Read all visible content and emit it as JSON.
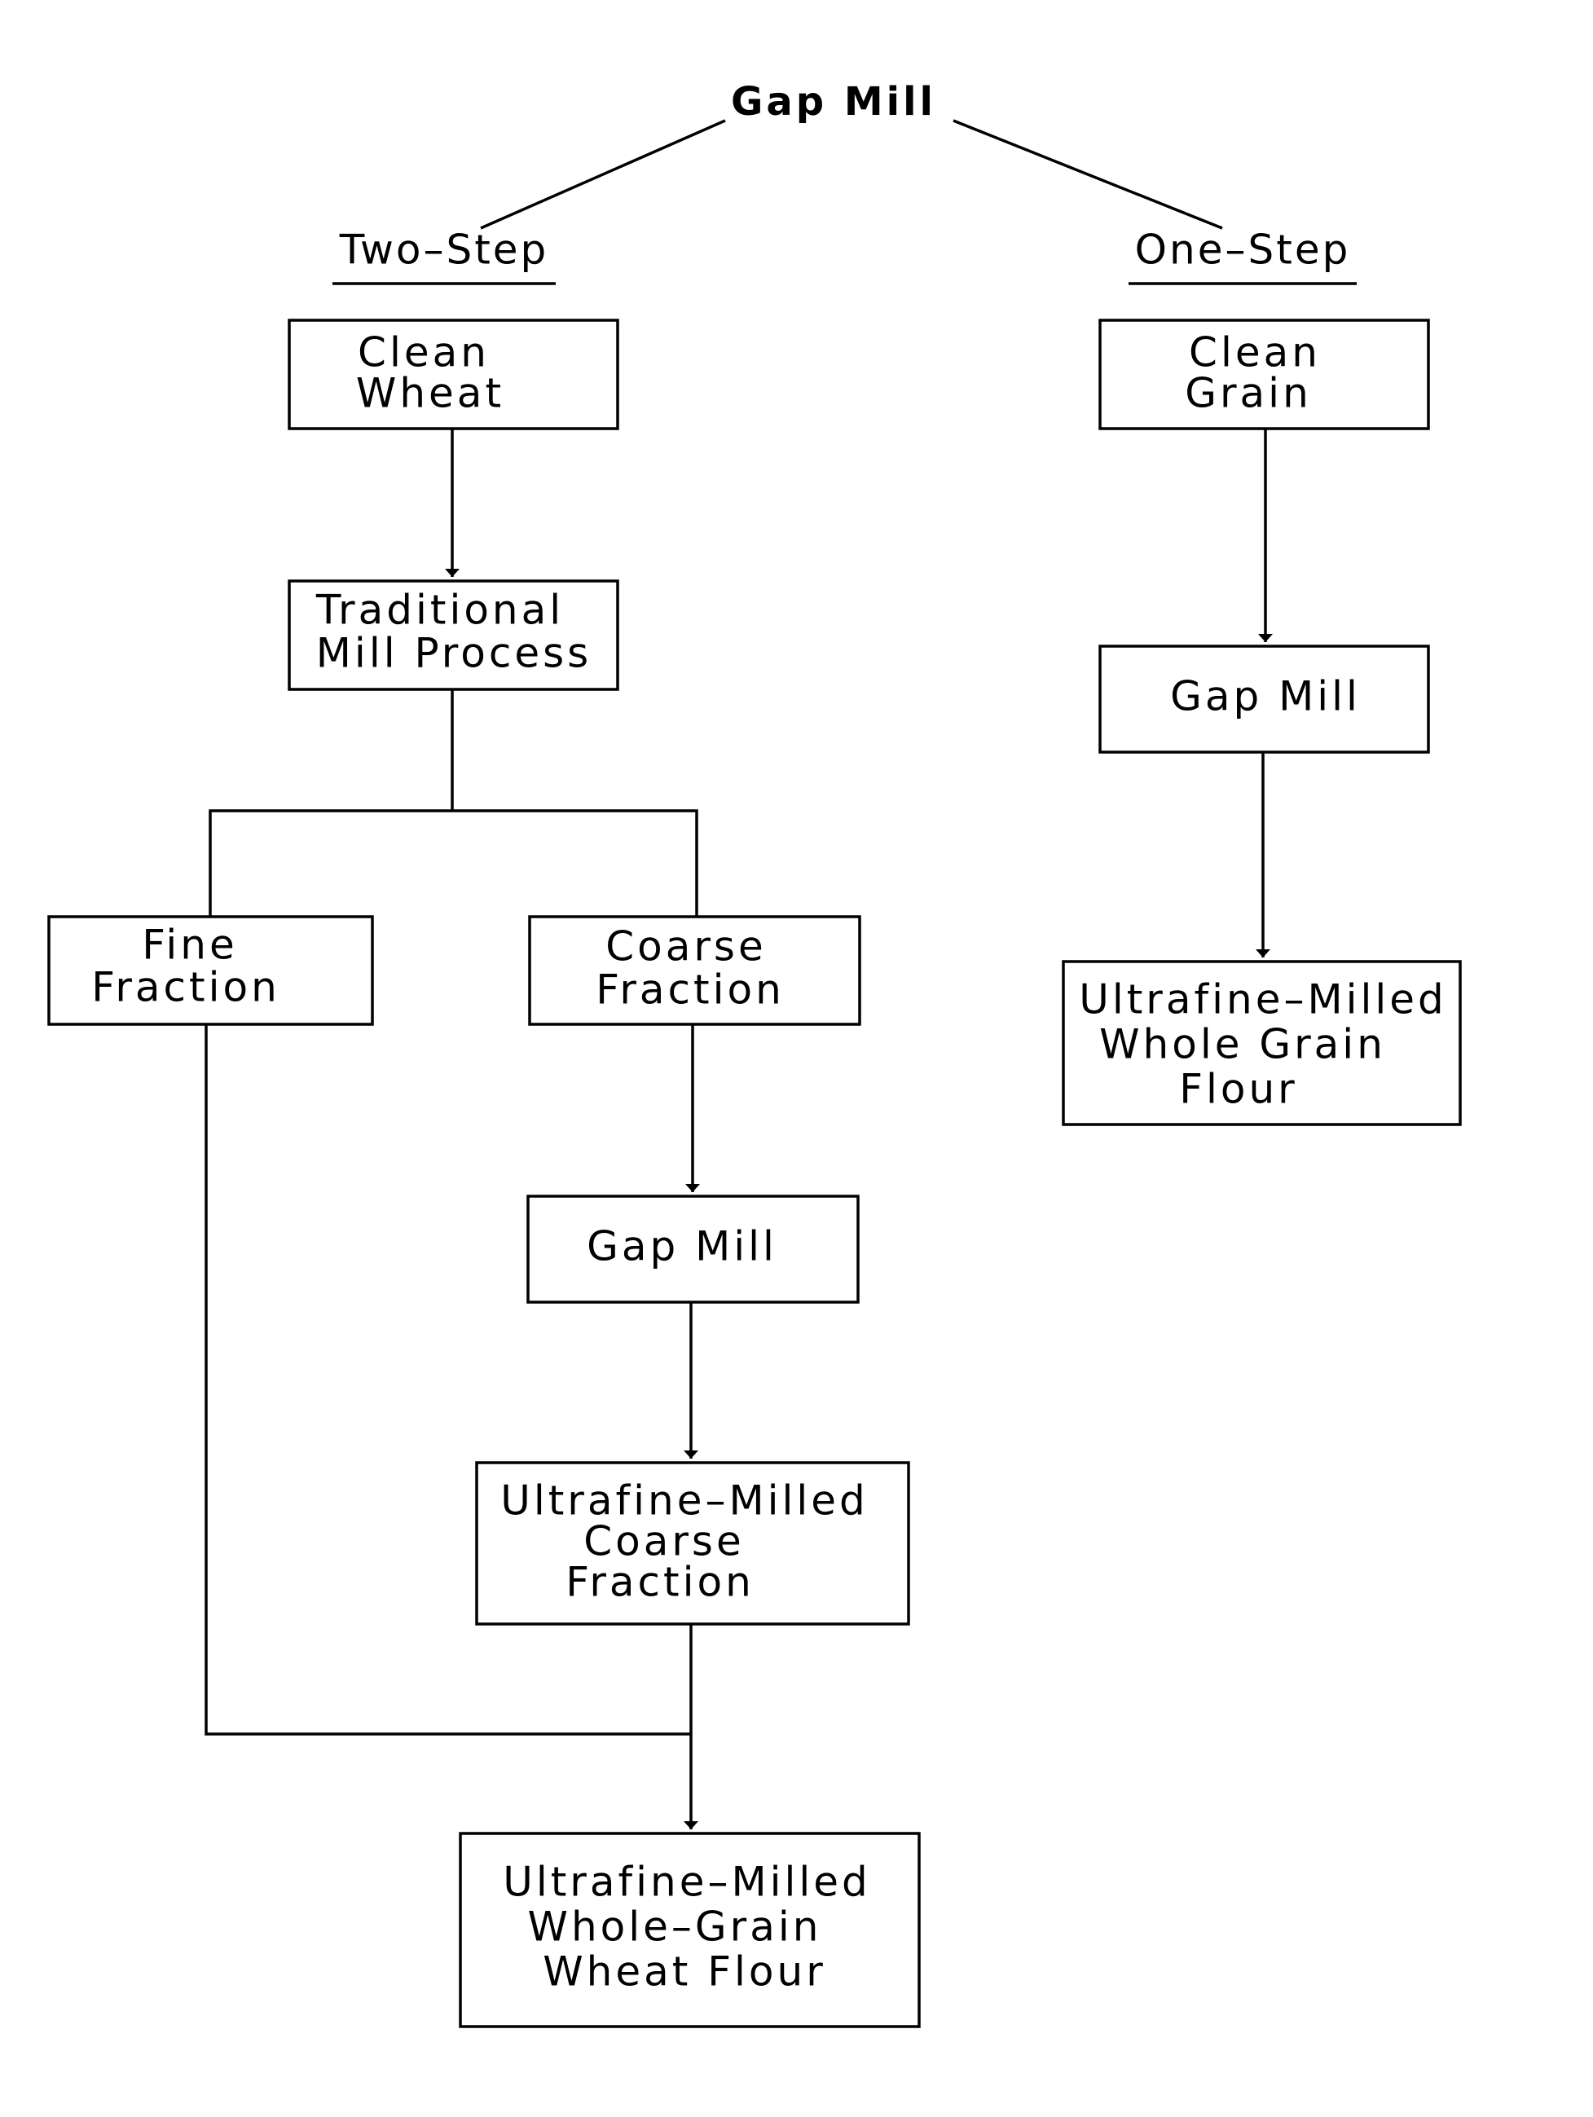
{
  "root": {
    "label": "Gap Mill"
  },
  "branches": {
    "two_step": {
      "label": "Two–Step",
      "nodes": {
        "clean_wheat": [
          "Clean",
          "Wheat"
        ],
        "traditional_mill": [
          "Traditional",
          "Mill Process"
        ],
        "fine_fraction": [
          "Fine",
          "Fraction"
        ],
        "coarse_fraction": [
          "Coarse",
          "Fraction"
        ],
        "gap_mill": [
          "Gap Mill"
        ],
        "ultrafine_coarse": [
          "Ultrafine–Milled",
          "Coarse",
          "Fraction"
        ],
        "ultrafine_flour": [
          "Ultrafine–Milled",
          "Whole–Grain",
          "Wheat Flour"
        ]
      }
    },
    "one_step": {
      "label": "One–Step",
      "nodes": {
        "clean_grain": [
          "Clean",
          "Grain"
        ],
        "gap_mill": [
          "Gap Mill"
        ],
        "ultrafine_flour": [
          "Ultrafine–Milled",
          "Whole Grain",
          "Flour"
        ]
      }
    }
  }
}
